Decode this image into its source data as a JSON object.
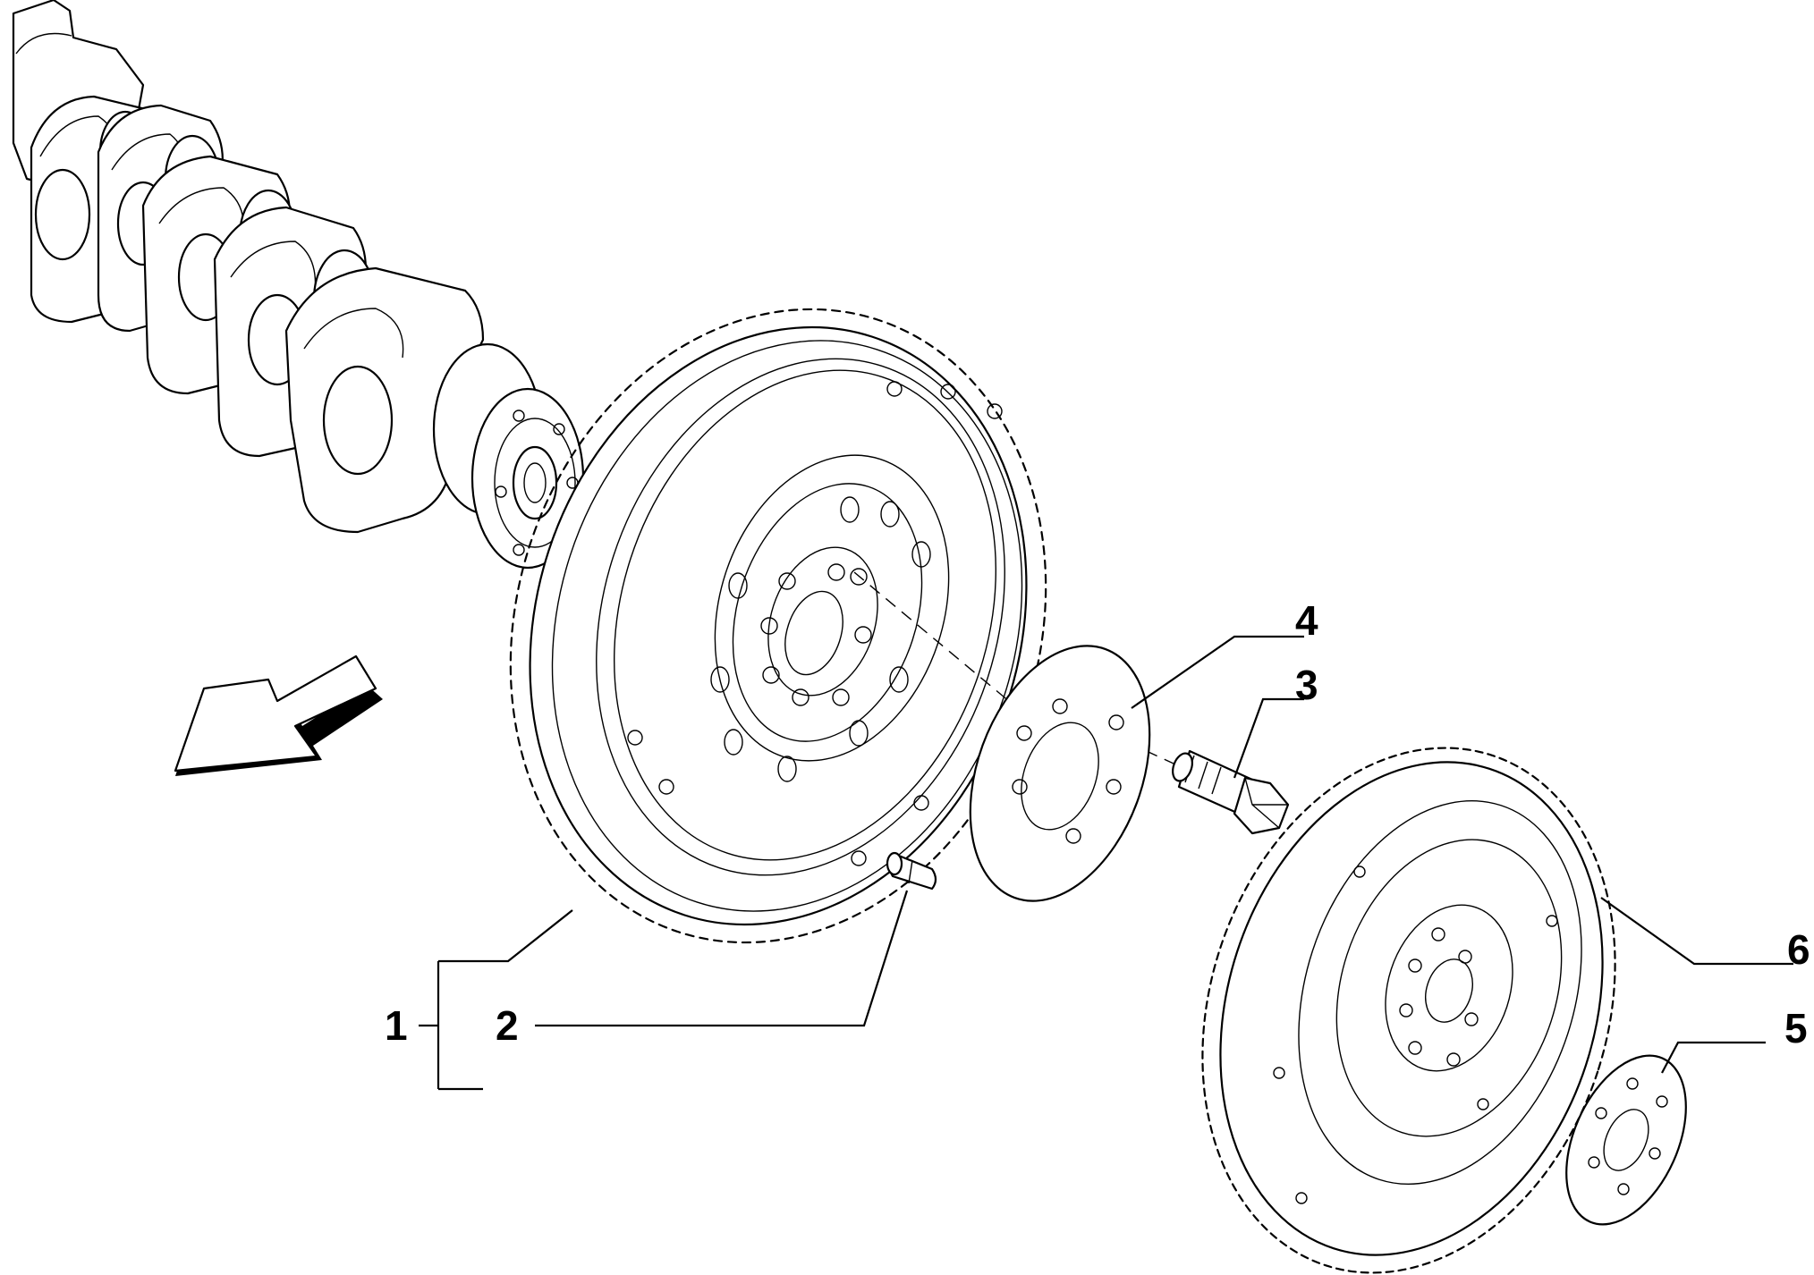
{
  "callouts": {
    "c1": "1",
    "c2": "2",
    "c3": "3",
    "c4": "4",
    "c5": "5",
    "c6": "6"
  },
  "icons": {
    "direction_arrow": "arrow-left-down-icon"
  },
  "colors": {
    "line": "#000000",
    "background": "#ffffff"
  }
}
